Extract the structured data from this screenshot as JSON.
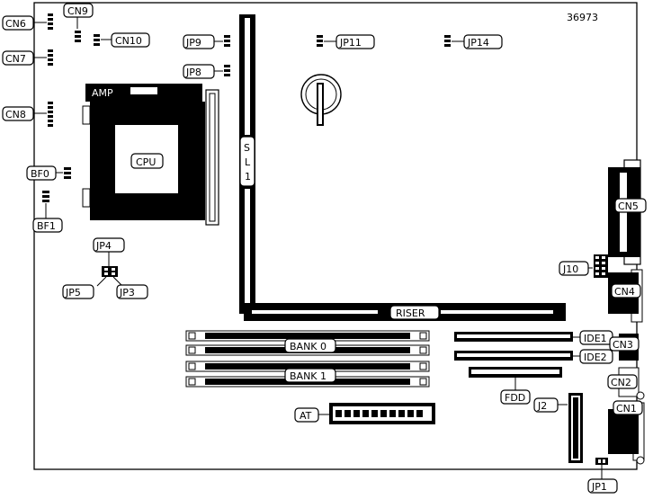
{
  "diagram": {
    "board_id": "36973",
    "labels": {
      "cn6": "CN6",
      "cn9": "CN9",
      "cn10": "CN10",
      "cn7": "CN7",
      "cn8": "CN8",
      "jp9": "JP9",
      "jp8": "JP8",
      "jp11": "JP11",
      "jp14": "JP14",
      "amp": "AMP",
      "cpu": "CPU",
      "sl1": "SL1",
      "bf0": "BF0",
      "bf1": "BF1",
      "jp4": "JP4",
      "jp5": "JP5",
      "jp3": "JP3",
      "cn5": "CN5",
      "j10": "J10",
      "cn4": "CN4",
      "riser": "RISER",
      "bank0": "BANK 0",
      "bank1": "BANK 1",
      "ide1": "IDE1",
      "ide2": "IDE2",
      "cn3": "CN3",
      "fdd": "FDD",
      "cn2": "CN2",
      "j2": "J2",
      "cn1": "CN1",
      "at": "AT",
      "jp1": "JP1"
    },
    "colors": {
      "ink": "#000000",
      "paper": "#ffffff"
    }
  }
}
